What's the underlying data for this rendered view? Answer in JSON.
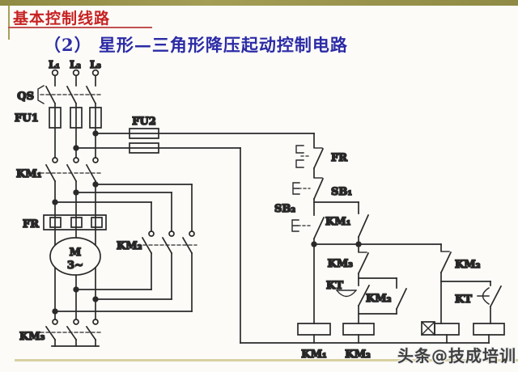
{
  "header": {
    "title": "基本控制线路",
    "subtitle": "（2） 星形—三角形降压起动控制电路"
  },
  "watermark": "头条@技成培训",
  "colors": {
    "header_bar_olive": "#8f8a44",
    "title_red": "#c62222",
    "subtitle_blue": "#2b2ba6",
    "circuit_line": "#2a2a2a",
    "bottom_rule_tan": "#d9d0a2",
    "watermark_gray": "#3f3f3f"
  },
  "diagram": {
    "labels": {
      "l1": "L₁",
      "l2": "L₂",
      "l3": "L₃",
      "qs": "QS",
      "fu1": "FU1",
      "fu2": "FU2",
      "km1_main": "KM₁",
      "fr_main": "FR",
      "motor_m": "M",
      "motor_3": "3~",
      "km2_main": "KM₂",
      "km3_main": "KM₃",
      "fr_ctrl": "FR",
      "sb1": "SB₁",
      "sb2": "SB₂",
      "km1_aux": "KM₁",
      "km3_nc": "KM₃",
      "kt_no": "KT",
      "km2_aux": "KM₂",
      "km2_nc": "KM₂",
      "kt_nc": "KT",
      "km1_coil": "KM₁",
      "km2_coil": "KM₂"
    }
  }
}
